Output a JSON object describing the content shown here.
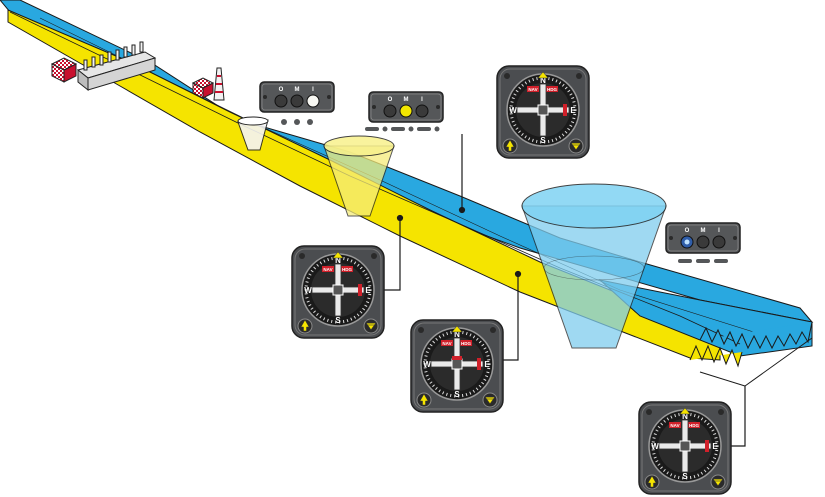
{
  "colors": {
    "localizer_blue": "#29a8e0",
    "glideslope_yellow": "#f5e400",
    "marker_cone_yellow": "#f5ec7a",
    "marker_cone_blue": "#7fcdee",
    "panel": "#555759",
    "lamp_off": "#3a3a3a",
    "lamp_white": "#f7f7f2",
    "lamp_amber": "#f2e600",
    "lamp_blue": "#2f5da8",
    "flag_red": "#d0202a"
  },
  "marker_panels": [
    {
      "id": "inner",
      "labels": [
        "O",
        "M",
        "I"
      ],
      "lit": "I",
      "morse": "dots"
    },
    {
      "id": "middle",
      "labels": [
        "O",
        "M",
        "I"
      ],
      "lit": "M",
      "morse": "dot-dash"
    },
    {
      "id": "outer",
      "labels": [
        "O",
        "M",
        "I"
      ],
      "lit": "O",
      "morse": "dashes"
    }
  ],
  "instruments": [
    {
      "id": "top",
      "flags": [
        "NAV",
        "HDG"
      ],
      "cardinal": "N",
      "glyph_left": "up-arrow-icon",
      "glyph_right": "gs-flag-icon"
    },
    {
      "id": "left",
      "flags": [
        "NAV",
        "HDG"
      ],
      "cardinal": "N",
      "glyph_left": "up-arrow-icon",
      "glyph_right": "gs-flag-icon"
    },
    {
      "id": "middle",
      "flags": [
        "NAV",
        "HDG"
      ],
      "cardinal": "N",
      "glyph_left": "up-arrow-icon",
      "glyph_right": "gs-flag-icon"
    },
    {
      "id": "bottom",
      "flags": [
        "NAV",
        "HDG"
      ],
      "cardinal": "N",
      "glyph_left": "up-arrow-icon",
      "glyph_right": "gs-flag-icon"
    }
  ],
  "dial_numbers": [
    "3",
    "6",
    "12",
    "15",
    "21",
    "24",
    "30",
    "33"
  ],
  "dial_cardinals": [
    "N",
    "E",
    "S",
    "W"
  ]
}
